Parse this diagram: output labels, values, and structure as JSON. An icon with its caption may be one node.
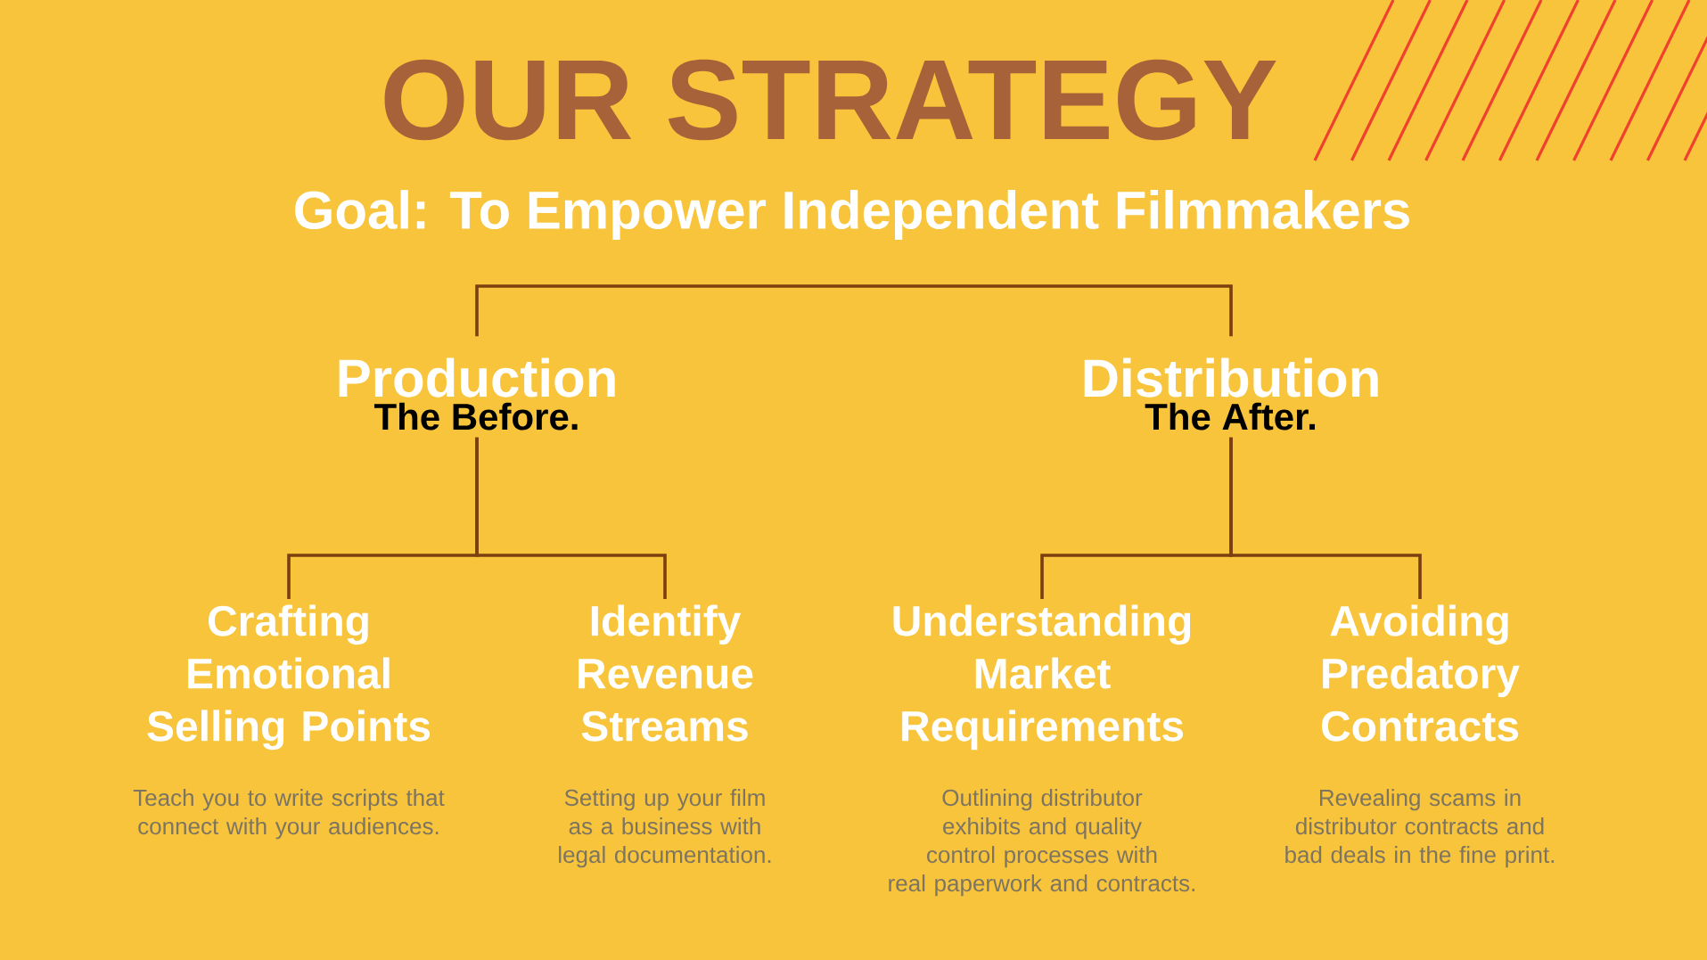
{
  "diagram": {
    "title": "OUR STRATEGY",
    "nodes": [
      {
        "text": [
          "Production",
          "The Before."
        ]
      },
      {
        "text": [
          "Distribution",
          "The After."
        ]
      },
      {
        "text": [
          "Crafting Emotional Selling Points",
          "Teach you to write scripts that connect with your audiences."
        ]
      },
      {
        "text": [
          "Identify Revenue Streams",
          "Setting up your film as a business with legal documentation."
        ]
      },
      {
        "text": [
          "Understanding Market Requirements",
          "Outlining distributor exhibits and quality control processes with real paperwork and contracts."
        ]
      },
      {
        "text": [
          "Avoiding Predatory Contracts",
          "Revealing scams in distributor contracts and bad deals in the fine print."
        ]
      }
    ],
    "edges": [
      {
        "from": 0,
        "to": 1,
        "arrow": "none"
      },
      {
        "from": 0,
        "to": 2,
        "arrow": "none"
      },
      {
        "from": 0,
        "to": 3,
        "arrow": "none"
      },
      {
        "from": 1,
        "to": 4,
        "arrow": "none"
      },
      {
        "from": 1,
        "to": 5,
        "arrow": "none"
      }
    ],
    "labels": [
      "Goal: To Empower Independent Filmmakers"
    ]
  }
}
